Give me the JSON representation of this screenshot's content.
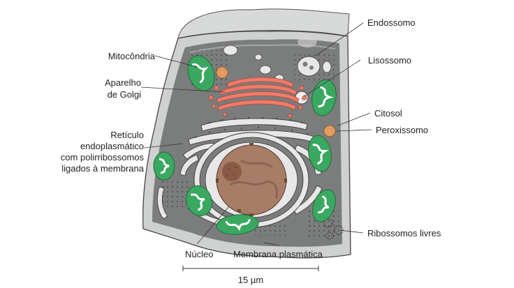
{
  "labels": {
    "endossomo": "Endossomo",
    "mitocondria": "Mitocôndria",
    "lisossomo": "Lisossomo",
    "golgi_line1": "Aparelho",
    "golgi_line2": "de Golgi",
    "citosol": "Citosol",
    "peroxissomo": "Peroxissomo",
    "re_line1": "Retículo",
    "re_line2": "endoplasmático",
    "re_line3": "com polirribossomos",
    "re_line4": "ligados à membrana",
    "ribossomos": "Ribossomos livres",
    "nucleo": "Núcleo",
    "membrana": "Membrana plasmática",
    "scale": "15 µm"
  },
  "colors": {
    "cytoplasm": "#7b7d7c",
    "cell_surface": "#c9cbca",
    "cell_top": "#d5d7d6",
    "mitochondria": "#3aa860",
    "golgi": "#f07b6a",
    "nucleus": "#a77d67",
    "nucleolus": "#8a5a46",
    "peroxisome": "#e6a066",
    "line": "#333333"
  }
}
